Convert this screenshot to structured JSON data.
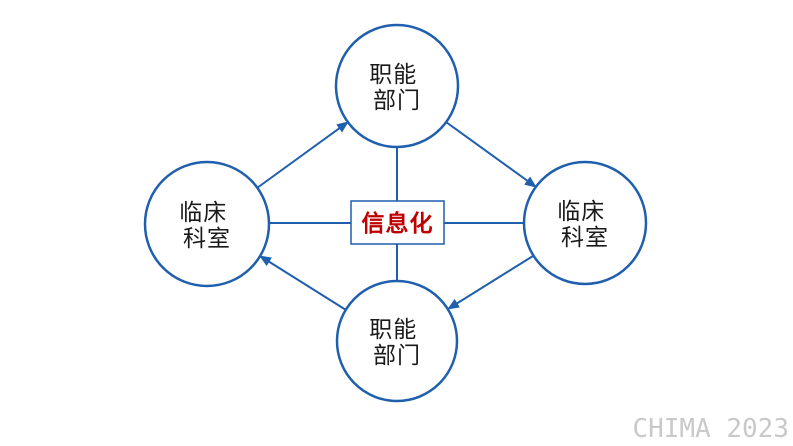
{
  "nodes": {
    "top": {
      "line1": "职能",
      "line2": "部门"
    },
    "right": {
      "line1": "临床",
      "line2": "科室"
    },
    "bottom": {
      "line1": "职能",
      "line2": "部门"
    },
    "left": {
      "line1": "临床",
      "line2": "科室"
    }
  },
  "center": {
    "label": "信息化"
  },
  "watermark": {
    "label": "CHIMA 2023"
  },
  "colors": {
    "node_stroke": "#1f5fae",
    "arrow": "#1f5fae",
    "center_border": "#1f5fae",
    "center_text": "#c00000",
    "node_text": "#1a1a1a",
    "watermark": "#c9c9c9",
    "background": "#ffffff"
  }
}
